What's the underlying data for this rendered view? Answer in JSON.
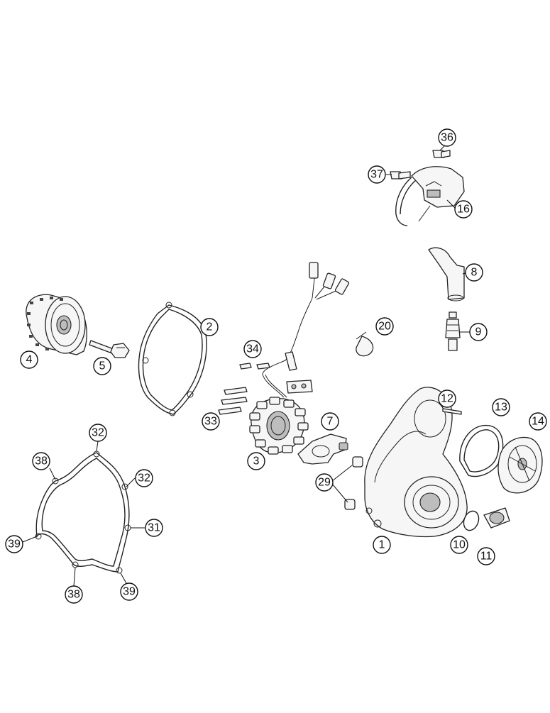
{
  "callouts": {
    "c1": "1",
    "c2": "2",
    "c3": "3",
    "c4": "4",
    "c5": "5",
    "c7": "7",
    "c8": "8",
    "c9": "9",
    "c10": "10",
    "c11": "11",
    "c12": "12",
    "c13": "13",
    "c14": "14",
    "c16": "16",
    "c20": "20",
    "c29": "29",
    "c31": "31",
    "c32a": "32",
    "c32b": "32",
    "c33": "33",
    "c34": "34",
    "c36": "36",
    "c37": "37",
    "c38a": "38",
    "c38b": "38",
    "c39a": "39",
    "c39b": "39"
  }
}
